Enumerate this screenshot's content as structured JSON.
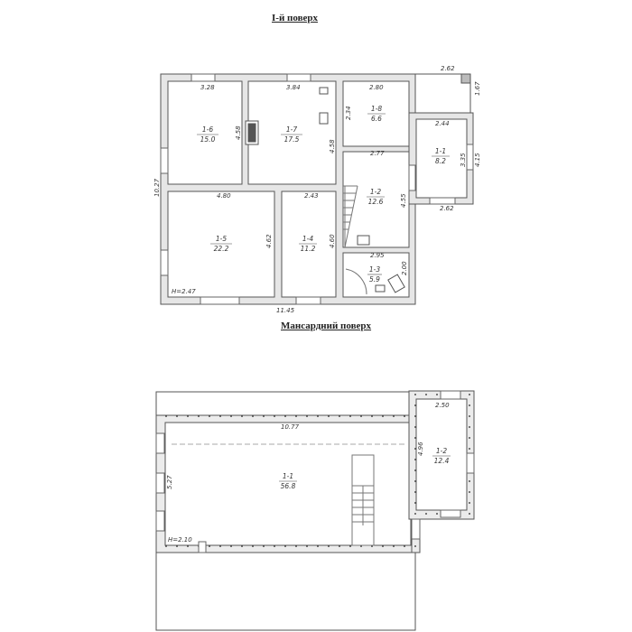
{
  "floor1": {
    "title": "I-й поверх",
    "height_mark": "H=2.47",
    "total_length": "11.45",
    "total_width": "10.27",
    "rooms": [
      {
        "id": "1-6",
        "area": "15.0",
        "dims": [
          "3.28",
          "4.58"
        ]
      },
      {
        "id": "1-7",
        "area": "17.5",
        "dims": [
          "3.84",
          "4.58"
        ]
      },
      {
        "id": "1-8",
        "area": "6.6",
        "dims": [
          "2.80",
          "2.34",
          "2.77"
        ]
      },
      {
        "id": "1-1",
        "area": "8.2",
        "dims": [
          "2.44",
          "3.35",
          "4.15",
          "2.62"
        ]
      },
      {
        "id": "1-2",
        "area": "12.6",
        "dims": [
          "4.55",
          "2.95"
        ]
      },
      {
        "id": "1-5",
        "area": "22.2",
        "dims": [
          "4.80",
          "4.62"
        ]
      },
      {
        "id": "1-4",
        "area": "11.2",
        "dims": [
          "2.43",
          "4.60"
        ]
      },
      {
        "id": "1-3",
        "area": "5.9",
        "dims": [
          "2.00"
        ]
      }
    ],
    "porch": {
      "width": "2.62",
      "depth": "1.67"
    }
  },
  "floor2": {
    "title": "Мансардний поверх",
    "height_mark": "H=2.10",
    "rooms": [
      {
        "id": "1-1",
        "area": "56.8",
        "dims": [
          "10.77",
          "5.27"
        ]
      },
      {
        "id": "1-2",
        "area": "12.4",
        "dims": [
          "2.50",
          "4.96"
        ]
      }
    ]
  }
}
